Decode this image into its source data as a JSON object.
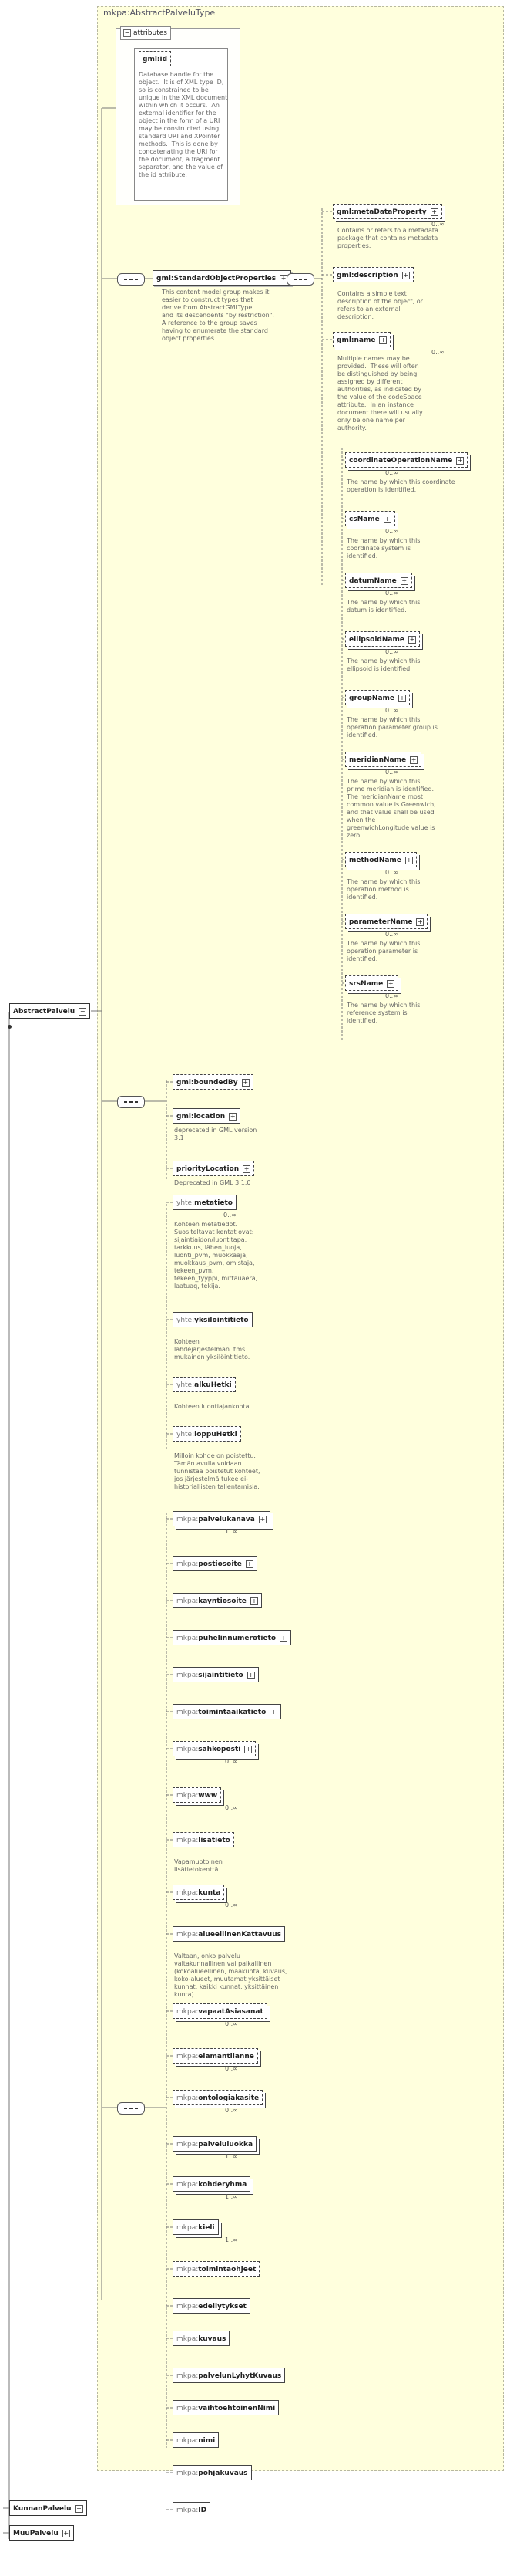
{
  "type_title": "mkpa:AbstractPalveluType",
  "attributes_label": "attributes",
  "gmlid": {
    "name": "gml:id",
    "desc": "Database handle for the\nobject.  It is of XML type ID,\nso is constrained to be\nunique in the XML document\nwithin which it occurs.  An\nexternal identifier for the\nobject in the form of a URI\nmay be constructed using\nstandard URI and XPointer\nmethods.  This is done by\nconcatenating the URI for\nthe document, a fragment\nseparator, and the value of\nthe id attribute."
  },
  "std_group": {
    "name": "gml:StandardObjectProperties",
    "desc": "This content model group makes it\neasier to construct types that\nderive from AbstractGMLType\nand its descendents \"by restriction\".\nA reference to the group saves\nhaving to enumerate the standard\nobject properties."
  },
  "std_items": [
    {
      "name": "gml:metaDataProperty",
      "card": "0..∞",
      "desc": "Contains or refers to a metadata\npackage that contains metadata\nproperties."
    },
    {
      "name": "gml:description",
      "card": "",
      "desc": "Contains a simple text\ndescription of the object, or\nrefers to an external\ndescription."
    },
    {
      "name": "gml:name",
      "card": "0..∞",
      "desc": "Multiple names may be\nprovided.  These will often\nbe distinguished by being\nassigned by different\nauthorities, as indicated by\nthe value of the codeSpace\nattribute.  In an instance\ndocument there will usually\nonly be one name per\nauthority."
    }
  ],
  "name_subs": [
    {
      "name": "coordinateOperationName",
      "card": "0..∞",
      "desc": "The name by which this coordinate\noperation is identified."
    },
    {
      "name": "csName",
      "card": "0..∞",
      "desc": "The name by which this\ncoordinate system is\nidentified."
    },
    {
      "name": "datumName",
      "card": "0..∞",
      "desc": "The name by which this\ndatum is identified."
    },
    {
      "name": "ellipsoidName",
      "card": "0..∞",
      "desc": "The name by which this\nellipsoid is identified."
    },
    {
      "name": "groupName",
      "card": "0..∞",
      "desc": "The name by which this\noperation parameter group is\nidentified."
    },
    {
      "name": "meridianName",
      "card": "0..∞",
      "desc": "The name by which this\nprime meridian is identified.\nThe meridianName most\ncommon value is Greenwich,\nand that value shall be used\nwhen the\ngreenwichLongitude value is\nzero."
    },
    {
      "name": "methodName",
      "card": "0..∞",
      "desc": "The name by which this\noperation method is\nidentified."
    },
    {
      "name": "parameterName",
      "card": "0..∞",
      "desc": "The name by which this\noperation parameter is\nidentified."
    },
    {
      "name": "srsName",
      "card": "0..∞",
      "desc": "The name by which this\nreference system is\nidentified."
    }
  ],
  "feature_items": [
    {
      "name": "gml:boundedBy",
      "card": "",
      "desc": ""
    },
    {
      "name": "gml:location",
      "card": "",
      "desc": "deprecated in GML version\n3.1"
    },
    {
      "name": "priorityLocation",
      "card": "",
      "desc": "Deprecated in GML 3.1.0"
    }
  ],
  "yhte_items": [
    {
      "pre": "yhte:",
      "name": "metatieto",
      "card": "0..∞",
      "desc": "Kohteen metatiedot.\nSuositeltavat kentat ovat:\nsijaintiaidon/luontitapa,\ntarkkuus, lähen_luoja,\nluonti_pvm, muokkaaja,\nmuokkaus_pvm, omistaja,\ntekeen_pvm,\ntekeen_tyyppi, mittauaera,\nlaatuaq, tekija."
    },
    {
      "pre": "yhte:",
      "name": "yksilointitieto",
      "card": "",
      "desc": "Kohteen\nlähdejärjestelmän  tms.\nmukainen yksilöintitieto."
    },
    {
      "pre": "yhte:",
      "name": "alkuHetki",
      "card": "",
      "desc": "Kohteen luontiajankohta."
    },
    {
      "pre": "yhte:",
      "name": "loppuHetki",
      "card": "",
      "desc": "Milloin kohde on poistettu.\nTämän avulla voidaan\ntunnistaa poistetut kohteet,\njos järjestelmä tukee ei-\nhistoriallisten tallentamisia."
    }
  ],
  "mkpa_items": [
    {
      "name": "palvelukanava",
      "card": "1..∞",
      "plus": true,
      "desc": ""
    },
    {
      "name": "postiosoite",
      "card": "",
      "plus": true,
      "desc": ""
    },
    {
      "name": "kayntiosoite",
      "card": "",
      "plus": true,
      "desc": ""
    },
    {
      "name": "puhelinnumerotieto",
      "card": "",
      "plus": true,
      "desc": ""
    },
    {
      "name": "sijaintitieto",
      "card": "",
      "plus": true,
      "desc": ""
    },
    {
      "name": "toimintaaikatieto",
      "card": "",
      "plus": true,
      "desc": ""
    },
    {
      "name": "sahkoposti",
      "card": "0..∞",
      "plus": true,
      "desc": ""
    },
    {
      "name": "www",
      "card": "0..∞",
      "plus": false,
      "desc": ""
    },
    {
      "name": "lisatieto",
      "card": "",
      "plus": false,
      "desc": "Vapamuotoinen\nlisätietokenttä"
    },
    {
      "name": "kunta",
      "card": "0..∞",
      "plus": false,
      "desc": ""
    },
    {
      "name": "alueellinenKattavuus",
      "card": "",
      "plus": false,
      "desc": "Valtaan, onko palvelu\nvaltakunnallinen vai paikallinen\n(kokoalueellinen, maakunta, kuvaus,\nkoko-alueet, muutamat yksittäiset\nkunnat, kaikki kunnat, yksittäinen\nkunta)"
    },
    {
      "name": "vapaatAsiasanat",
      "card": "0..∞",
      "plus": false,
      "desc": ""
    },
    {
      "name": "elamantilanne",
      "card": "0..∞",
      "plus": false,
      "desc": ""
    },
    {
      "name": "ontologiakasite",
      "card": "0..∞",
      "plus": false,
      "desc": ""
    },
    {
      "name": "palveluluokka",
      "card": "1..∞",
      "plus": false,
      "desc": ""
    },
    {
      "name": "kohderyhma",
      "card": "1..∞",
      "plus": false,
      "desc": ""
    },
    {
      "name": "kieli",
      "card": "1..∞",
      "plus": false,
      "desc": ""
    },
    {
      "name": "toimintaohjeet",
      "card": "",
      "plus": false,
      "desc": ""
    },
    {
      "name": "edellytykset",
      "card": "",
      "plus": false,
      "desc": ""
    },
    {
      "name": "kuvaus",
      "card": "",
      "plus": false,
      "desc": ""
    },
    {
      "name": "palvelunLyhytKuvaus",
      "card": "",
      "plus": false,
      "desc": ""
    },
    {
      "name": "vaihtoehtoinenNimi",
      "card": "",
      "plus": false,
      "desc": ""
    },
    {
      "name": "nimi",
      "card": "",
      "plus": false,
      "desc": ""
    },
    {
      "name": "pohjakuvaus",
      "card": "",
      "plus": false,
      "desc": ""
    },
    {
      "name": "ID",
      "card": "",
      "plus": false,
      "desc": ""
    }
  ],
  "mkpa_prefix": "mkpa:",
  "roots": [
    {
      "name": "AbstractPalvelu"
    },
    {
      "name": "KunnanPalvelu"
    },
    {
      "name": "MuuPalvelu"
    }
  ]
}
